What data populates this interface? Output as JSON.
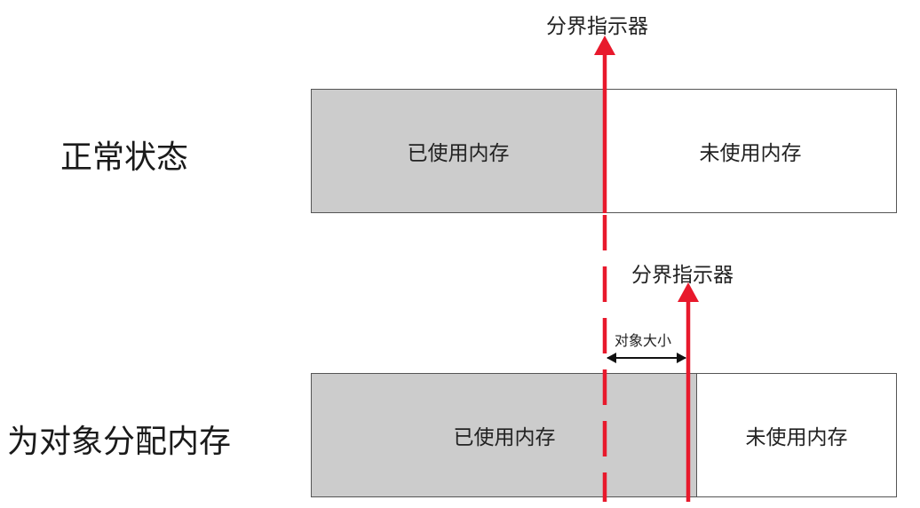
{
  "rows": [
    {
      "title": "正常状态",
      "used_label": "已使用内存",
      "free_label": "未使用内存",
      "indicator_label": "分界指示器"
    },
    {
      "title": "为对象分配内存",
      "used_label": "已使用内存",
      "free_label": "未使用内存",
      "indicator_label": "分界指示器",
      "object_size_label": "对象大小"
    }
  ],
  "colors": {
    "used_fill": "#cccccc",
    "indicator": "#e8192c",
    "box_border": "#555555"
  }
}
